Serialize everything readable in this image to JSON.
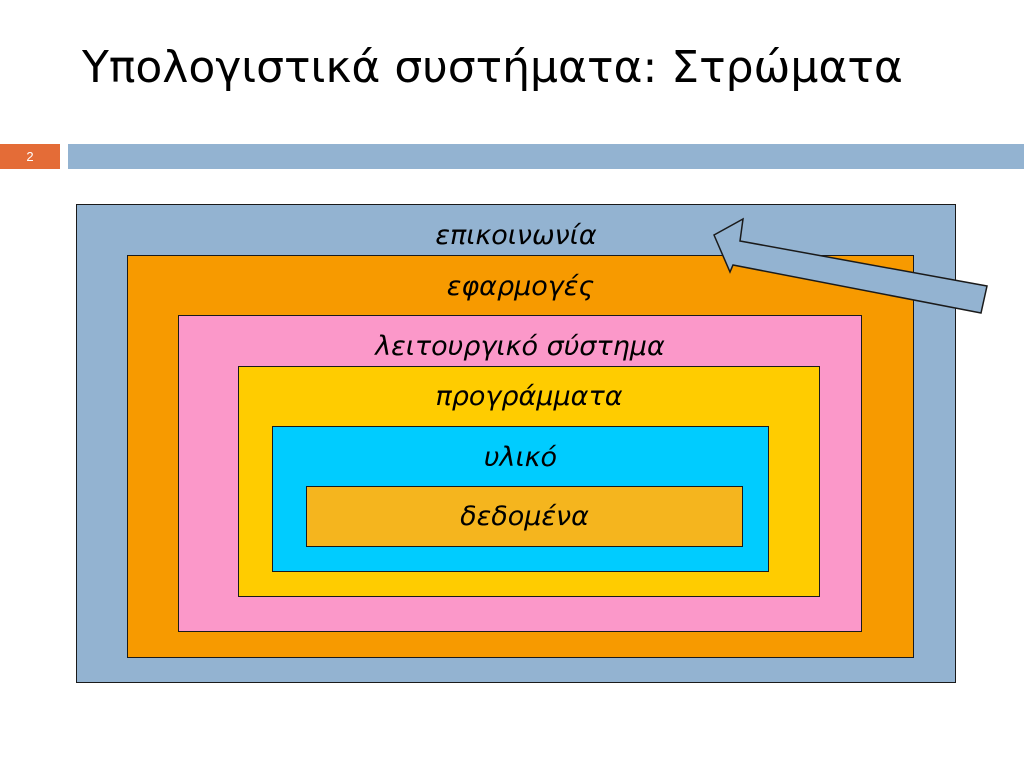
{
  "slide": {
    "title": "Υπολογιστικά συστήματα: Στρώματα",
    "page_number": "2"
  },
  "layers": [
    {
      "id": "communication",
      "label": "επικοινωνία",
      "color": "#93B3D1"
    },
    {
      "id": "applications",
      "label": "εφαρμογές",
      "color": "#F79A00"
    },
    {
      "id": "os",
      "label": "λειτουργικό σύστημα",
      "color": "#FB98C9"
    },
    {
      "id": "programs",
      "label": "προγράμματα",
      "color": "#FFCC00"
    },
    {
      "id": "hardware",
      "label": "υλικό",
      "color": "#00CCFF"
    },
    {
      "id": "data",
      "label": "δεδομένα",
      "color": "#F5B51E"
    }
  ],
  "colors": {
    "badge": "#E46C37",
    "header_bar": "#93B3D1",
    "arrow": "#93B3D1"
  },
  "icons": {
    "pointer": "arrow-left-icon"
  }
}
